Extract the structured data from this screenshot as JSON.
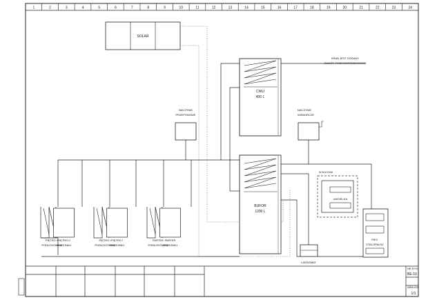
{
  "grid_columns": [
    "1",
    "2",
    "3",
    "4",
    "5",
    "6",
    "7",
    "8",
    "9",
    "10",
    "11",
    "12",
    "13",
    "14",
    "15",
    "16",
    "17",
    "18",
    "19",
    "20",
    "21",
    "22",
    "23",
    "24"
  ],
  "solar": {
    "label": "SOLAR"
  },
  "cwu": {
    "name": "CWU",
    "volume": "400 L"
  },
  "note": {
    "line1": "KRAN JEST DODANY",
    "line2": "ZAWÓR PRZECIWPARZENIOWY"
  },
  "expansion_vessel": {
    "line1": "NACZYNIE",
    "line2": "PRZEPONOWE"
  },
  "collecting_vessel": {
    "line1": "NACZYNIE",
    "line2": "WZBIORCZE"
  },
  "buffer": {
    "name": "BUFOR",
    "volume": "1200 L"
  },
  "kitchen": {
    "label": "W KUCHNI",
    "stove": "ANGIELKA"
  },
  "laddomat": {
    "label": "LADDOMAT"
  },
  "furnace": {
    "line1": "PIEC",
    "line2": "STALOPALNY"
  },
  "circuits": [
    {
      "line1": "PIĘTRO II",
      "line2": "PODŁOGÓWKA"
    },
    {
      "line1": "PIĘTRO II",
      "line2": "GRZEJNIKI"
    },
    {
      "line1": "PIĘTRO I",
      "line2": "PODŁOGÓWKA"
    },
    {
      "line1": "PIĘTRO I",
      "line2": "GRZEJNIKI"
    },
    {
      "line1": "PARTER",
      "line2": "PODŁOGÓWKA"
    },
    {
      "line1": "PARTER",
      "line2": "GRZEJNIKI"
    }
  ],
  "title_block": {
    "header": "NR RYS.",
    "drawing_no": "BE-10",
    "sheet_label": "ARKUSZ",
    "sheet": "1/1"
  }
}
